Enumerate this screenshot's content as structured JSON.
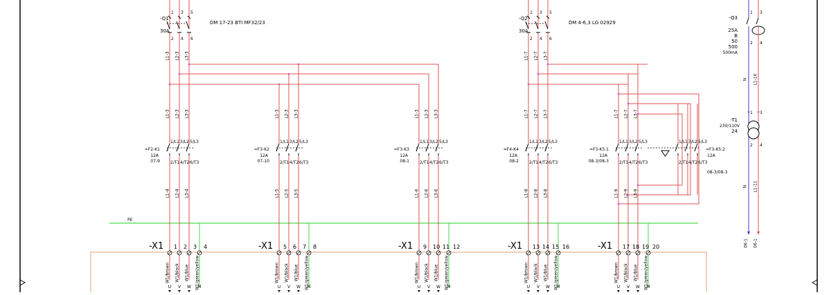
{
  "colors": {
    "line": "#e05050",
    "pe": "#4cd64c",
    "neutral": "#3a3ad8",
    "frame": "#000000",
    "box": "#e6a070",
    "junction": "#d050c8"
  },
  "breakers": [
    {
      "id": "q1",
      "tag": "-Q1",
      "rating": "30A",
      "type_text": "DM 17-23 BTI MF32/23",
      "wires": [
        "L1-3",
        "L2-3",
        "L3-3"
      ]
    },
    {
      "id": "q2",
      "tag": "-Q2",
      "rating": "30A",
      "type_text": "DM 4-6,3 LG 02929",
      "wires": [
        "L1-7",
        "L2-7",
        "L3-7"
      ]
    }
  ],
  "rcd": {
    "tag": "-Q3",
    "lines": [
      "25A",
      "B",
      "50",
      "500",
      "500mA"
    ],
    "wire_n": "N",
    "wire_l": "L1-10"
  },
  "transformer": {
    "tag": "-T1",
    "ratio": "230/110V",
    "power": "24",
    "wire_n": "N",
    "wire_l": "L1-11",
    "bottom": [
      "06-1",
      "06-1"
    ]
  },
  "contactors": [
    {
      "tag": "=F2-K1",
      "amps": "12A",
      "ref": "07-9",
      "top": [
        "L1-3",
        "L2-3",
        "L3-3"
      ],
      "bot": [
        "L1-4",
        "L2-4",
        "L3-4"
      ]
    },
    {
      "tag": "=F3-K2",
      "amps": "12A",
      "ref": "07-10",
      "top": [
        "L1-3",
        "L2-3",
        "L3-3"
      ],
      "bot": [
        "L1-5",
        "L2-5",
        "L3-5"
      ]
    },
    {
      "tag": "=F3-K3",
      "amps": "12A",
      "ref": "08-1",
      "top": [
        "L1-3",
        "L2-3",
        "L3-3"
      ],
      "bot": [
        "L1-6",
        "L2-6",
        "L3-6"
      ]
    },
    {
      "tag": "=F4-K4",
      "amps": "12A",
      "ref": "08-2",
      "top": [
        "L1-7",
        "L2-7",
        "L3-7"
      ],
      "bot": [
        "L1-8",
        "L2-8",
        "L3-8"
      ]
    },
    {
      "tag": "=F3-K5.1",
      "amps": "12A",
      "ref": "08-3/08-3",
      "top": [
        "L1-7",
        "L2-7",
        "L3-7"
      ],
      "bot": [
        "L1-9",
        "L2-9",
        "L3-9"
      ]
    }
  ],
  "contactor_k52": {
    "tag": "=F3-K5.2",
    "amps": "12A",
    "ref": "08-3/08-3"
  },
  "contact_pins": {
    "top": [
      "1/L1",
      "3/L2",
      "5/L3"
    ],
    "bottom": [
      "2/T1",
      "4/T2",
      "6/T3"
    ]
  },
  "pe_label": "PE",
  "terminals": [
    {
      "strip": "-X1",
      "nums": [
        "1",
        "2",
        "3",
        "4"
      ]
    },
    {
      "strip": "-X1",
      "nums": [
        "5",
        "6",
        "7",
        "8"
      ]
    },
    {
      "strip": "-X1",
      "nums": [
        "9",
        "10",
        "11",
        "12"
      ]
    },
    {
      "strip": "-X1",
      "nums": [
        "13",
        "14",
        "15",
        "16"
      ]
    },
    {
      "strip": "-X1",
      "nums": [
        "17",
        "18",
        "19",
        "20"
      ]
    }
  ],
  "cable_labels": [
    "W1/brown",
    "W1/black",
    "W1/blue",
    "W1/green/yellow"
  ],
  "motor_pins": [
    "U",
    "V",
    "W",
    "M"
  ]
}
